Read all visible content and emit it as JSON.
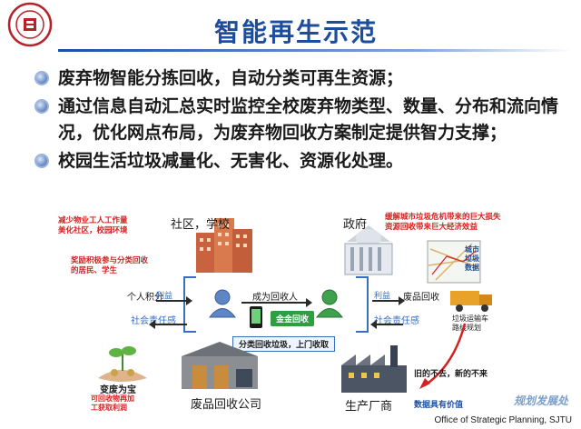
{
  "header": {
    "title": "智能再生示范"
  },
  "bullets": [
    "废弃物智能分拣回收，自动分类可再生资源；",
    "通过信息自动汇总实时监控全校废弃物类型、数量、分布和流向情况，优化网点布局，为废弃物回收方案制定提供智力支撑；",
    "校园生活垃圾减量化、无害化、资源化处理。"
  ],
  "diagram": {
    "campus_label": "社区，学校",
    "gov_label": "政府",
    "recycle_label": "废品回收公司",
    "factory_label": "生产厂商",
    "note_campus": "减少物业工人工作量\n美化社区，校园环境",
    "note_reward": "奖励积极参与分类回收\n的居民、学生",
    "note_gov": "缓解城市垃圾危机带来的巨大损失\n资源回收带来巨大经济效益",
    "points": "个人积分",
    "benefit_left": "利益",
    "duty_left": "社会责任感",
    "become": "成为回收人",
    "golden": "金金回收",
    "sort_submit": "分类回收垃圾，上门收取",
    "benefit_right": "利益",
    "scrap": "废品回收",
    "duty_right": "社会责任感",
    "city_map": "城市\n垃圾\n数据",
    "truck_note": "垃圾运输车\n路线规划",
    "treasure": "变废为宝",
    "recycle_note": "可回收物再加\n工获取利润",
    "old_new": "旧的不去，新的不来",
    "data_value": "数据具有价值"
  },
  "footer": "Office of Strategic Planning, SJTU",
  "watermark": "规划发展处",
  "colors": {
    "title": "#1d4e9e",
    "accent_red": "#d32222",
    "accent_green": "#2f9e41"
  }
}
